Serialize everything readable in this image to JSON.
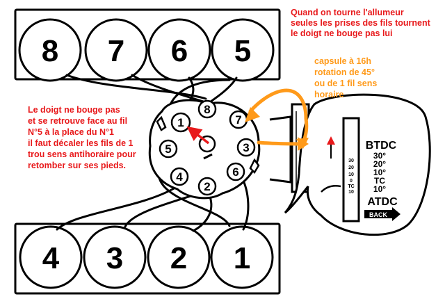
{
  "colors": {
    "red": "#e8191b",
    "orange": "#ff9a1a",
    "ink": "#000000"
  },
  "top_bank": {
    "cylinders": [
      "8",
      "7",
      "6",
      "5"
    ]
  },
  "bottom_bank": {
    "cylinders": [
      "4",
      "3",
      "2",
      "1"
    ]
  },
  "distributor": {
    "terminals": [
      "1",
      "8",
      "7",
      "3",
      "6",
      "2",
      "4",
      "5"
    ]
  },
  "notes": {
    "top_right": [
      "Quand on tourne l'allumeur",
      "seules les prises des fils tournent",
      "le doigt ne bouge pas lui"
    ],
    "left": [
      "Le doigt ne bouge pas",
      "et se retrouve face au fil",
      "N°5 à la place du N°1",
      "il faut décaler les fils de 1",
      "trou sens antihoraire pour",
      "retomber sur ses pieds."
    ],
    "capsule": [
      "capsule à 16h",
      "rotation de 45°",
      "ou de 1 fil sens",
      "horaire"
    ]
  },
  "timing_scale": {
    "left_ticks": [
      "30",
      "20",
      "10",
      "0",
      "TC",
      "10"
    ],
    "btdc": "BTDC",
    "right_ticks": [
      "30°",
      "20°",
      "10°",
      "TC",
      "10°"
    ],
    "atdc": "ATDC",
    "back": "BACK"
  }
}
